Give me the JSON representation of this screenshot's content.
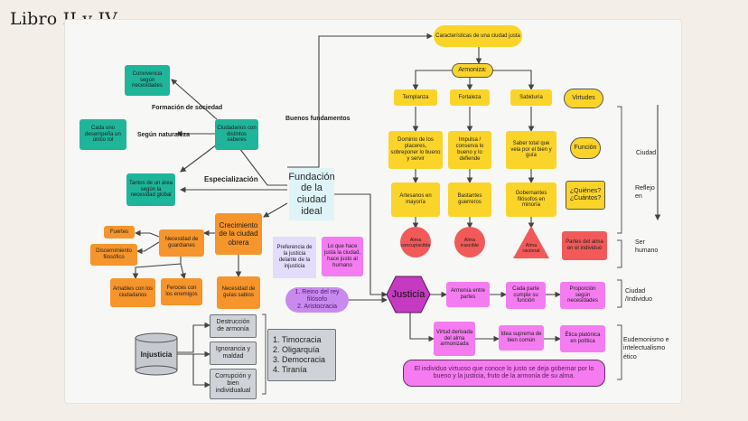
{
  "title": "Libro II y IV",
  "nodes": {
    "caracteristicas": "Características de una ciudad justa",
    "armoniza": "Armoniza:",
    "templanza": "Templanza",
    "fortaleza": "Fortaleza",
    "sabiduria": "Sabiduría",
    "virtudes": "Virtudes",
    "dominio": "Dominio de los placeres, sobreponer lo bueno y servir",
    "impulsa": "Impulsa / conserva lo bueno y lo defiende",
    "saber": "Saber total que vela por el bien y guía",
    "funcion": "Función",
    "artesanos": "Artesanos en mayoría",
    "bastantes": "Bastantes guerreros",
    "gobernantes": "Gobernantes filósofos en minoría",
    "quienes": "¿Quiénes? ¿Cuántos?",
    "alma_conc": "Alma concupiscible",
    "alma_iras": "Alma irascible",
    "alma_rac": "Alma racional",
    "partes_alma": "Partes del alma en el individuo",
    "convivencia": "Convivencia según necesidades",
    "cada_uno": "Cada uno desempeña un único rol",
    "ciudadanos": "Ciudadanos con distintos saberes",
    "tantos": "Tantos de un área según la necesidad global",
    "fundacion": "Fundación de la ciudad ideal",
    "crecimiento": "Crecimiento de la ciudad obrera",
    "guardianes": "Necesidad de guardianes",
    "fuertes": "Fuertes",
    "discernimiento": "Discernimiento filosófico",
    "amables": "Amables con los ciudadanos",
    "feroces": "Feroces con los enemigos",
    "guias": "Necesidad de guías sabios",
    "preferencia": "Preferencia de la justicia delante de la injusticia",
    "lo_que_hace": "Lo que hace justa la ciudad, hace justo al humano",
    "reino": "1. Reino del rey filósofo\n2. Aristocracia",
    "justicia": "Justicia",
    "armonia_partes": "Armonía entre partes",
    "cada_parte": "Cada parte cumple su función",
    "proporcion": "Proporción según necesidades",
    "virtud_derivada": "Virtud derivada del alma armonizada",
    "idea_suprema": "Idea suprema de bien común",
    "etica": "Ética platónica en política",
    "individuo": "El individuo virtuoso que conoce lo justo se deja gobernar por lo bueno y la justicia, fruto de la armonía de su alma.",
    "injusticia": "Injusticia",
    "destruccion": "Destrucción de armonía",
    "ignorancia": "Ignorancia y maldad",
    "corrupcion": "Corrupción y bien individualual",
    "gobiernos": "1. Timocracia\n2. Oligarquía\n3. Democracia\n4. Tiranía"
  },
  "labels": {
    "formacion": "Formación de sociedad",
    "segun": "Según naturaleza",
    "especializacion": "Especialización",
    "buenos": "Buenos fundamentos",
    "ciudad": "Ciudad",
    "reflejo": "Reflejo en",
    "ser_humano": "Ser humano",
    "ciudad_individuo": "Ciudad /Individuo",
    "eudemonismo": "Eudemonismo e intelectualismo ético"
  },
  "colors": {
    "teal": "#1fb59a",
    "orange": "#f6952c",
    "yellow": "#fbd42a",
    "pink": "#f47cf0",
    "red": "#f25a5a",
    "violet": "#8a55c9",
    "lavender": "#e4dcfb",
    "fundacion_bg": "#dff4f7"
  }
}
